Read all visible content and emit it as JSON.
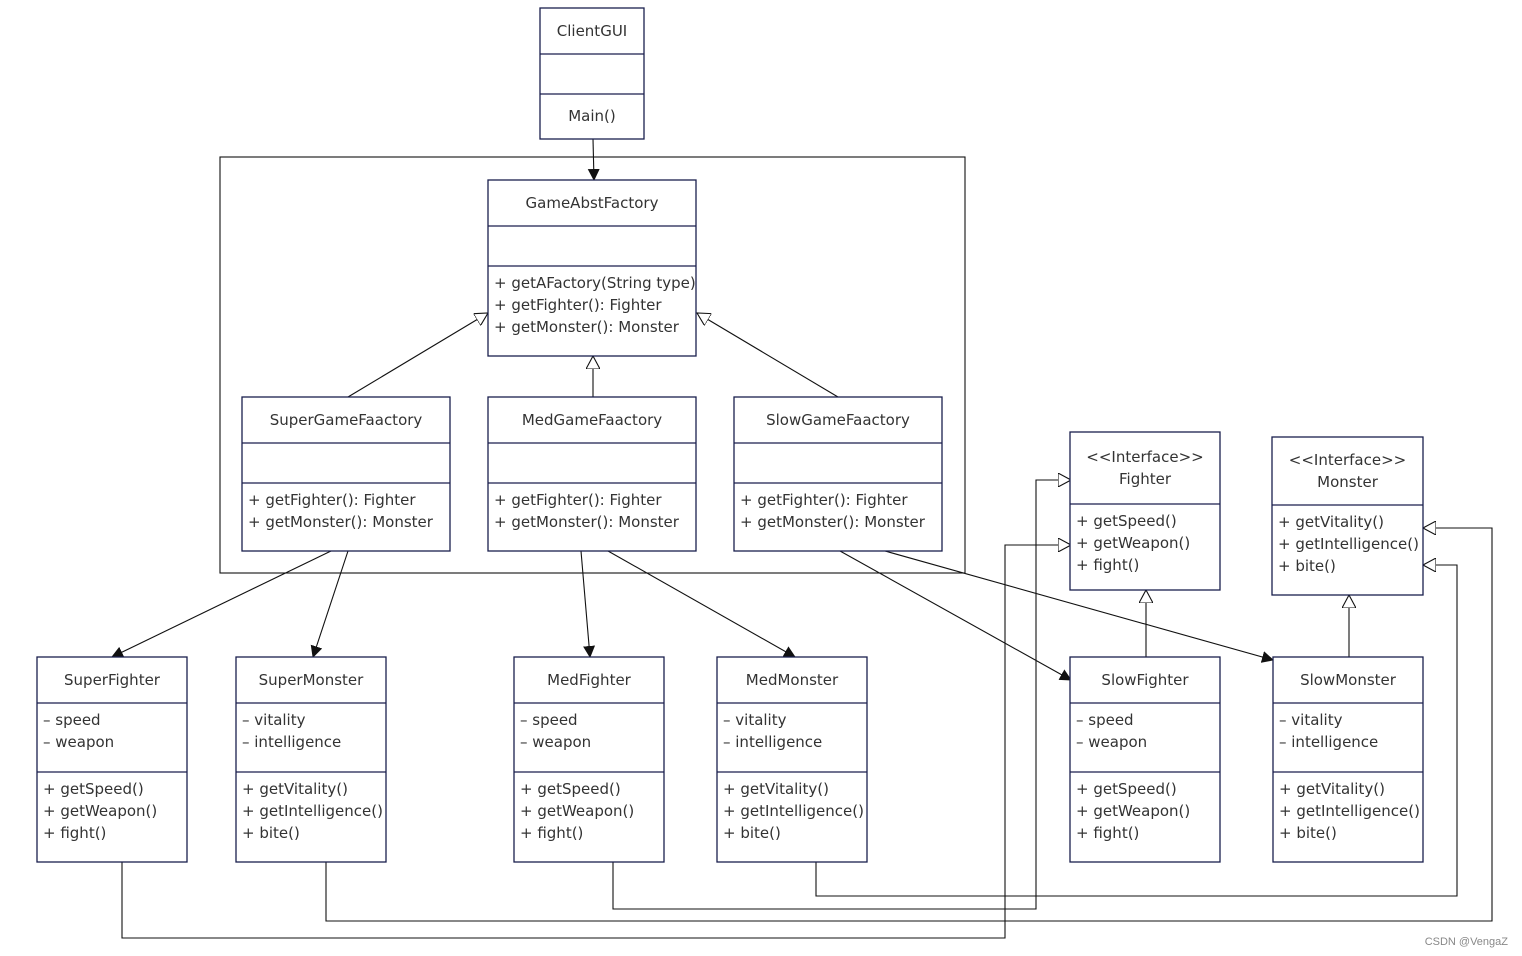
{
  "watermark": "CSDN @VengaZ",
  "colors": {
    "box_border": "#1a1f4d",
    "text": "#333333",
    "line": "#111111",
    "background": "#ffffff"
  },
  "classes": {
    "ClientGUI": {
      "name": [
        "ClientGUI"
      ],
      "attributes": [],
      "methods": [
        "Main()"
      ]
    },
    "GameAbstFactory": {
      "name": [
        "GameAbstFactory"
      ],
      "attributes": [],
      "methods": [
        "+  getAFactory(String type)",
        "+  getFighter(): Fighter",
        "+  getMonster(): Monster"
      ]
    },
    "SuperGameFaactory": {
      "name": [
        "SuperGameFaactory"
      ],
      "attributes": [],
      "methods": [
        "+  getFighter(): Fighter",
        "+  getMonster(): Monster"
      ]
    },
    "MedGameFaactory": {
      "name": [
        "MedGameFaactory"
      ],
      "attributes": [],
      "methods": [
        "+  getFighter(): Fighter",
        "+  getMonster(): Monster"
      ]
    },
    "SlowGameFaactory": {
      "name": [
        "SlowGameFaactory"
      ],
      "attributes": [],
      "methods": [
        "+  getFighter(): Fighter",
        "+  getMonster(): Monster"
      ]
    },
    "Fighter": {
      "name": [
        "<<Interface>>",
        "Fighter"
      ],
      "attributes": [],
      "methods": [
        "+  getSpeed()",
        "+  getWeapon()",
        "+  fight()"
      ]
    },
    "Monster": {
      "name": [
        "<<Interface>>",
        "Monster"
      ],
      "attributes": [],
      "methods": [
        "+  getVitality()",
        "+  getIntelligence()",
        "+  bite()"
      ]
    },
    "SuperFighter": {
      "name": [
        "SuperFighter"
      ],
      "attributes": [
        "–  speed",
        "–  weapon"
      ],
      "methods": [
        "+  getSpeed()",
        "+  getWeapon()",
        "+  fight()"
      ]
    },
    "SuperMonster": {
      "name": [
        "SuperMonster"
      ],
      "attributes": [
        "–  vitality",
        "–  intelligence"
      ],
      "methods": [
        "+  getVitality()",
        "+  getIntelligence()",
        "+  bite()"
      ]
    },
    "MedFighter": {
      "name": [
        "MedFighter"
      ],
      "attributes": [
        "–  speed",
        "–  weapon"
      ],
      "methods": [
        "+  getSpeed()",
        "+  getWeapon()",
        "+  fight()"
      ]
    },
    "MedMonster": {
      "name": [
        "MedMonster"
      ],
      "attributes": [
        "–  vitality",
        "–  intelligence"
      ],
      "methods": [
        "+  getVitality()",
        "+  getIntelligence()",
        "+  bite()"
      ]
    },
    "SlowFighter": {
      "name": [
        "SlowFighter"
      ],
      "attributes": [
        "–  speed",
        "–  weapon"
      ],
      "methods": [
        "+  getSpeed()",
        "+  getWeapon()",
        "+  fight()"
      ]
    },
    "SlowMonster": {
      "name": [
        "SlowMonster"
      ],
      "attributes": [
        "–  vitality",
        "–  intelligence"
      ],
      "methods": [
        "+  getVitality()",
        "+  getIntelligence()",
        "+  bite()"
      ]
    }
  },
  "relations": [
    {
      "from": "ClientGUI",
      "to": "GameAbstFactory",
      "type": "association"
    },
    {
      "from": "SuperGameFaactory",
      "to": "GameAbstFactory",
      "type": "generalization"
    },
    {
      "from": "MedGameFaactory",
      "to": "GameAbstFactory",
      "type": "generalization"
    },
    {
      "from": "SlowGameFaactory",
      "to": "GameAbstFactory",
      "type": "generalization"
    },
    {
      "from": "SuperGameFaactory",
      "to": "SuperFighter",
      "type": "association"
    },
    {
      "from": "SuperGameFaactory",
      "to": "SuperMonster",
      "type": "association"
    },
    {
      "from": "MedGameFaactory",
      "to": "MedFighter",
      "type": "association"
    },
    {
      "from": "MedGameFaactory",
      "to": "MedMonster",
      "type": "association"
    },
    {
      "from": "SlowGameFaactory",
      "to": "SlowFighter",
      "type": "association"
    },
    {
      "from": "SlowGameFaactory",
      "to": "SlowMonster",
      "type": "association"
    },
    {
      "from": "SlowFighter",
      "to": "Fighter",
      "type": "generalization"
    },
    {
      "from": "SlowMonster",
      "to": "Monster",
      "type": "generalization"
    },
    {
      "from": "SuperFighter",
      "to": "Fighter",
      "type": "generalization"
    },
    {
      "from": "MedFighter",
      "to": "Fighter",
      "type": "generalization"
    },
    {
      "from": "SuperMonster",
      "to": "Monster",
      "type": "generalization"
    },
    {
      "from": "MedMonster",
      "to": "Monster",
      "type": "generalization"
    }
  ]
}
